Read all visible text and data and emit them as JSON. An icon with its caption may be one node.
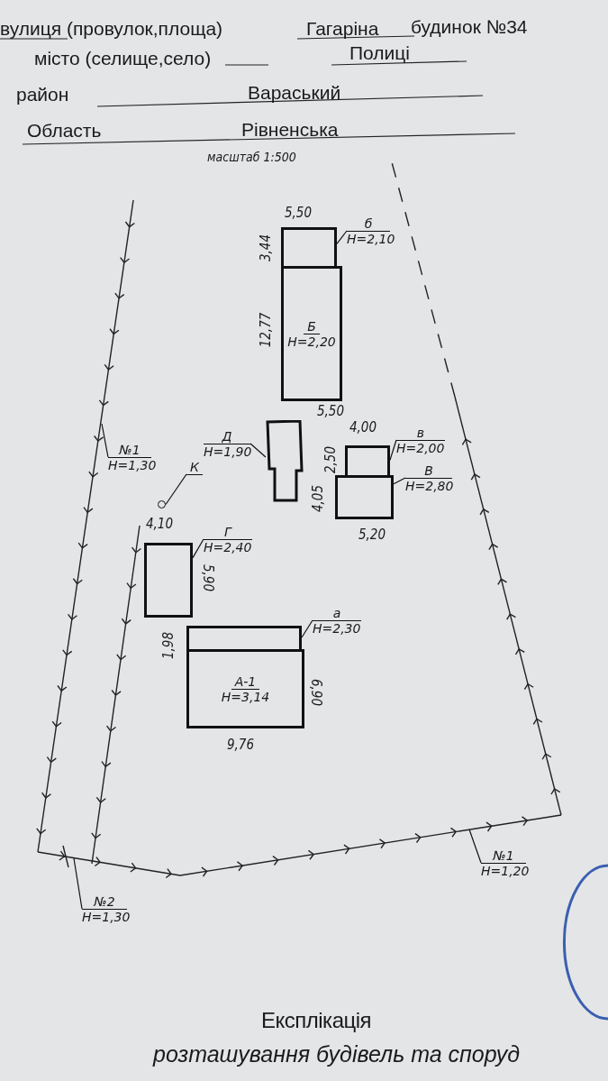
{
  "diagram": {
    "nodes": [
      {
        "text": [],
        "shape": "box"
      },
      {
        "text": [
          "Б",
          "H=2,20"
        ]
      },
      {
        "text": [
          "б",
          "H=2,10"
        ]
      },
      {
        "text": [],
        "shape": "box"
      },
      {
        "text": [
          "Д",
          "H=1,90"
        ]
      },
      {
        "text": [],
        "shape": "box"
      },
      {
        "text": [],
        "shape": "box"
      },
      {
        "text": [
          "в",
          "H=2,00"
        ]
      },
      {
        "text": [
          "В",
          "H=2,80"
        ]
      },
      {
        "text": [],
        "shape": "circle"
      },
      {
        "text": [
          "К"
        ]
      },
      {
        "text": [],
        "shape": "box"
      },
      {
        "text": [
          "Г",
          "H=2,40"
        ]
      },
      {
        "text": [],
        "shape": "box"
      },
      {
        "text": [
          "А-1",
          "H=3,14"
        ]
      },
      {
        "text": [
          "а",
          "H=2,30"
        ]
      },
      {
        "text": [
          "№1",
          "H=1,30"
        ]
      },
      {
        "text": [
          "№1",
          "H=1,20"
        ]
      },
      {
        "text": [
          "№2",
          "H=1,30"
        ]
      }
    ],
    "edges": [
      {
        "from": 2,
        "to": 0,
        "arrow": "none"
      },
      {
        "from": 4,
        "to": 3,
        "arrow": "none"
      },
      {
        "from": 7,
        "to": 5,
        "arrow": "none"
      },
      {
        "from": 8,
        "to": 6,
        "arrow": "none"
      },
      {
        "from": 10,
        "to": 9,
        "arrow": "none"
      },
      {
        "from": 12,
        "to": 11,
        "arrow": "none"
      },
      {
        "from": 15,
        "to": 13,
        "arrow": "none"
      },
      {
        "from": 16,
        "to": null,
        "arrow": "none"
      },
      {
        "from": 17,
        "to": null,
        "arrow": "none"
      },
      {
        "from": 18,
        "to": null,
        "arrow": "none"
      }
    ],
    "labels": [
      "вулиця (провулок,площа)",
      "Гагаріна",
      "будинок №34",
      "місто (селище,село)",
      "Полиці",
      "район",
      "Вараський",
      "Область",
      "Рівненська",
      "масштаб 1:500",
      "5,50",
      "3,44",
      "12,77",
      "5,50",
      "4,00",
      "2,50",
      "4,05",
      "5,20",
      "4,10",
      "5,90",
      "1,98",
      "6,90",
      "9,76",
      "Експлікація",
      "розташування будівель та споруд"
    ]
  }
}
